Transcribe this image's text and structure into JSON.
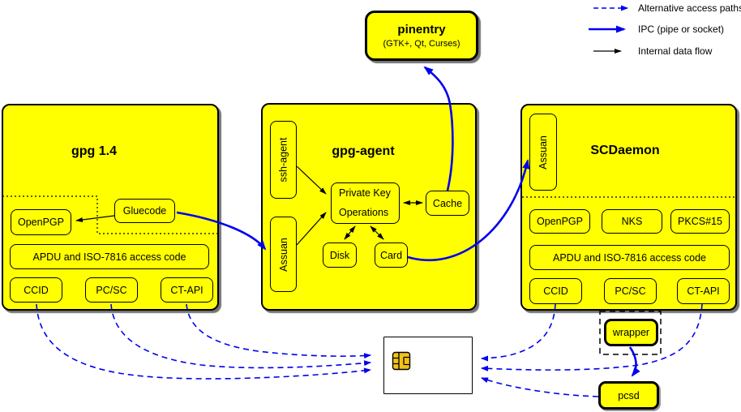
{
  "legend": {
    "alt": "Alternative access paths",
    "ipc": "IPC (pipe or socket)",
    "internal": "Internal data flow"
  },
  "pinentry": {
    "title": "pinentry",
    "subtitle": "(GTK+, Qt, Curses)"
  },
  "gpg14": {
    "title": "gpg 1.4",
    "openpgp": "OpenPGP",
    "gluecode": "Gluecode",
    "apdu": "APDU and ISO-7816 access code",
    "ccid": "CCID",
    "pcsc": "PC/SC",
    "ctapi": "CT-API"
  },
  "agent": {
    "title": "gpg-agent",
    "ssh_agent": "ssh-agent",
    "assuan": "Assuan",
    "pko_line1": "Private Key",
    "pko_line2": "Operations",
    "cache": "Cache",
    "disk": "Disk",
    "card": "Card"
  },
  "scd": {
    "title": "SCDaemon",
    "assuan": "Assuan",
    "openpgp": "OpenPGP",
    "nks": "NKS",
    "pkcs15": "PKCS#15",
    "apdu": "APDU and ISO-7816 access code",
    "ccid": "CCID",
    "pcsc": "PC/SC",
    "ctapi": "CT-API"
  },
  "wrapper": {
    "label": "wrapper"
  },
  "pcsd": {
    "label": "pcsd"
  },
  "colors": {
    "box_fill": "#ffff00",
    "line_blue": "#0000ee",
    "line_black": "#000000",
    "chip_gold": "#f2c218"
  }
}
